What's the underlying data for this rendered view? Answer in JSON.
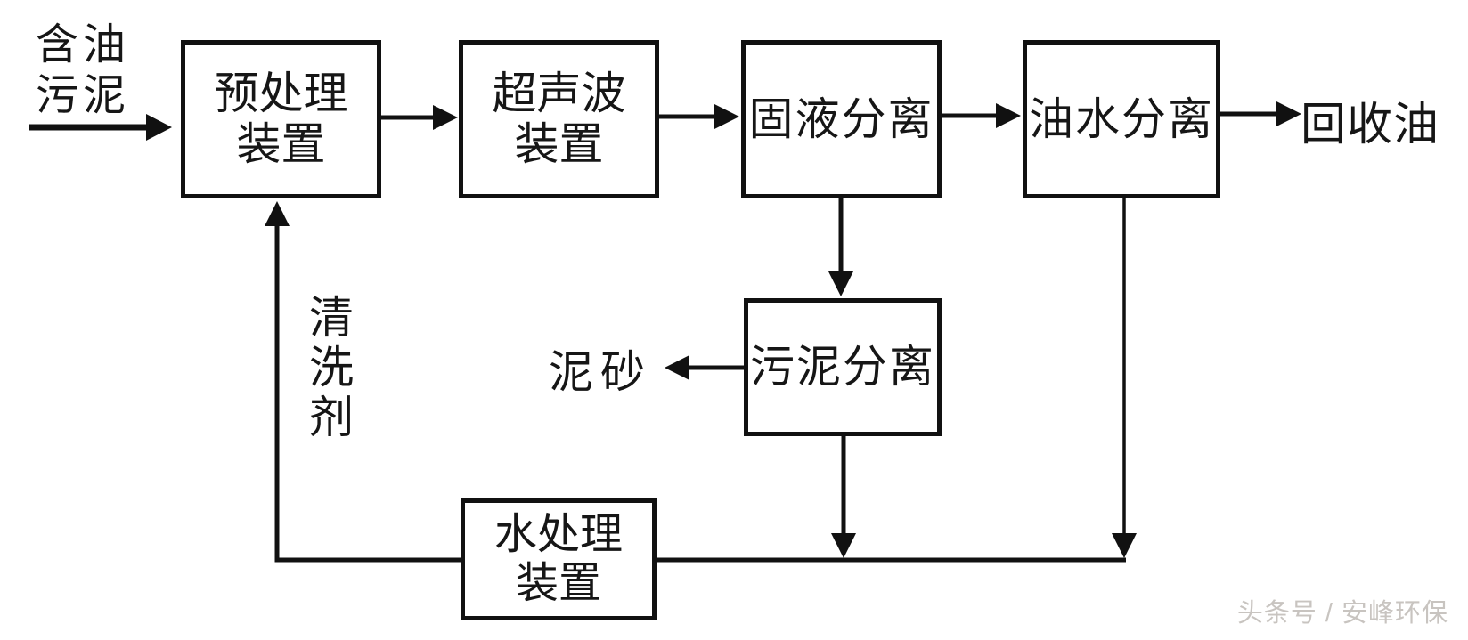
{
  "flowchart": {
    "nodes": {
      "pretreatment": {
        "line1": "预处理",
        "line2": "装置"
      },
      "ultrasonic": {
        "line1": "超声波",
        "line2": "装置"
      },
      "solid_liquid": {
        "label": "固液分离"
      },
      "oil_water": {
        "label": "油水分离"
      },
      "sludge_separation": {
        "label": "污泥分离"
      },
      "water_treatment": {
        "line1": "水处理",
        "line2": "装置"
      }
    },
    "external_labels": {
      "input_line1": "含油",
      "input_line2": "污泥",
      "recovered_oil": "回收油",
      "sediment": "泥砂",
      "cleaning_agent": "清洗剂"
    },
    "watermark": "头条号 / 安峰环保",
    "colors": {
      "stroke": "#111111",
      "background": "#ffffff",
      "watermark_text": "#c8c4c0"
    }
  }
}
